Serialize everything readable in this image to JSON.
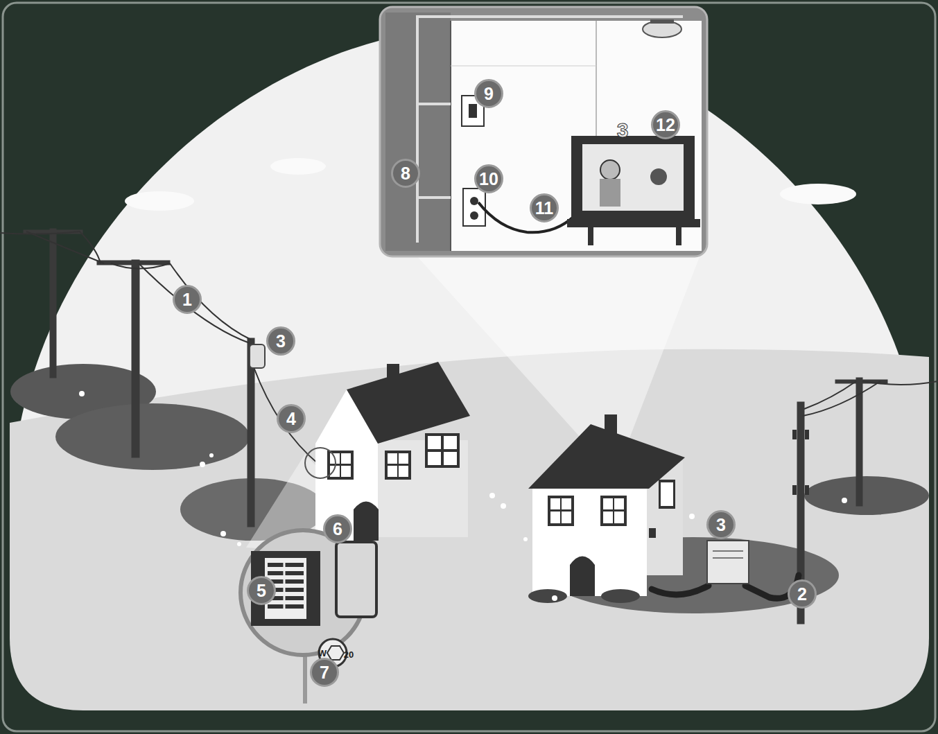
{
  "diagram": {
    "labels": [
      "9",
      "12",
      "3",
      "8",
      "10",
      "11",
      "1",
      "3",
      "4",
      "6",
      "5",
      "3",
      "2",
      "W",
      "20",
      "7"
    ]
  }
}
